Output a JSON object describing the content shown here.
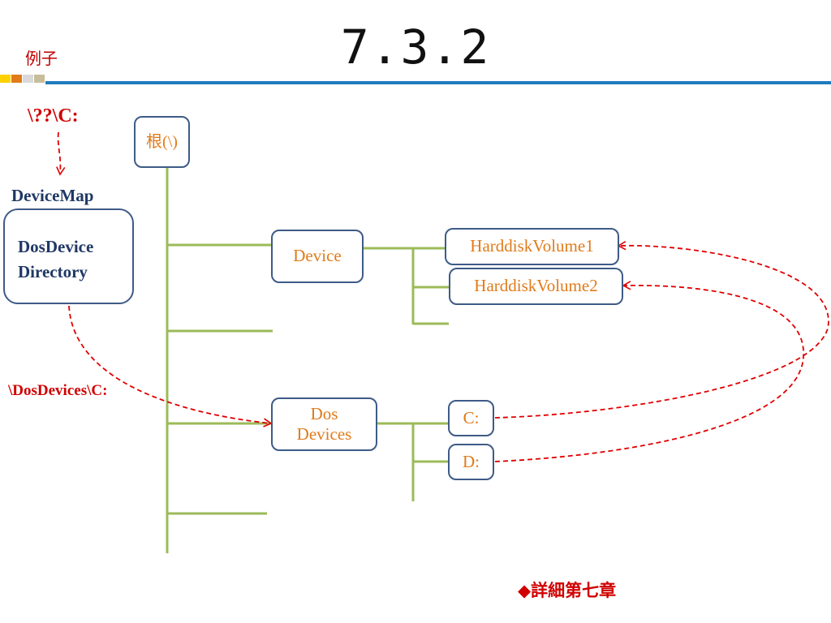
{
  "header": {
    "title": "7.3.2",
    "section_label": "例子"
  },
  "diagram": {
    "nt_path_label": "\\??\\C:",
    "devicemap_label": "DeviceMap",
    "dosdevice_directory_lines": [
      "DosDevice",
      "Directory"
    ],
    "dosdevices_path_label": "\\DosDevices\\C:",
    "nodes": {
      "root": "根(\\)",
      "device": "Device",
      "dos_devices": [
        "Dos",
        "Devices"
      ],
      "harddisk_volume1": "HarddiskVolume1",
      "harddisk_volume2": "HarddiskVolume2",
      "drive_c": "C:",
      "drive_d": "D:"
    }
  },
  "footnote": {
    "bullet": "◆",
    "text": "詳細第七章"
  },
  "colors": {
    "title_rule": "#1f7bbf",
    "tree_lines": "#9bbb59",
    "box_border": "#3e5b87",
    "node_text": "#e07b1a",
    "link_arrows": "#e00000",
    "navy_text": "#1f3864",
    "accent_squares": [
      "#ffd100",
      "#e07b1a",
      "#d9d9d9",
      "#c6bd9a"
    ]
  }
}
